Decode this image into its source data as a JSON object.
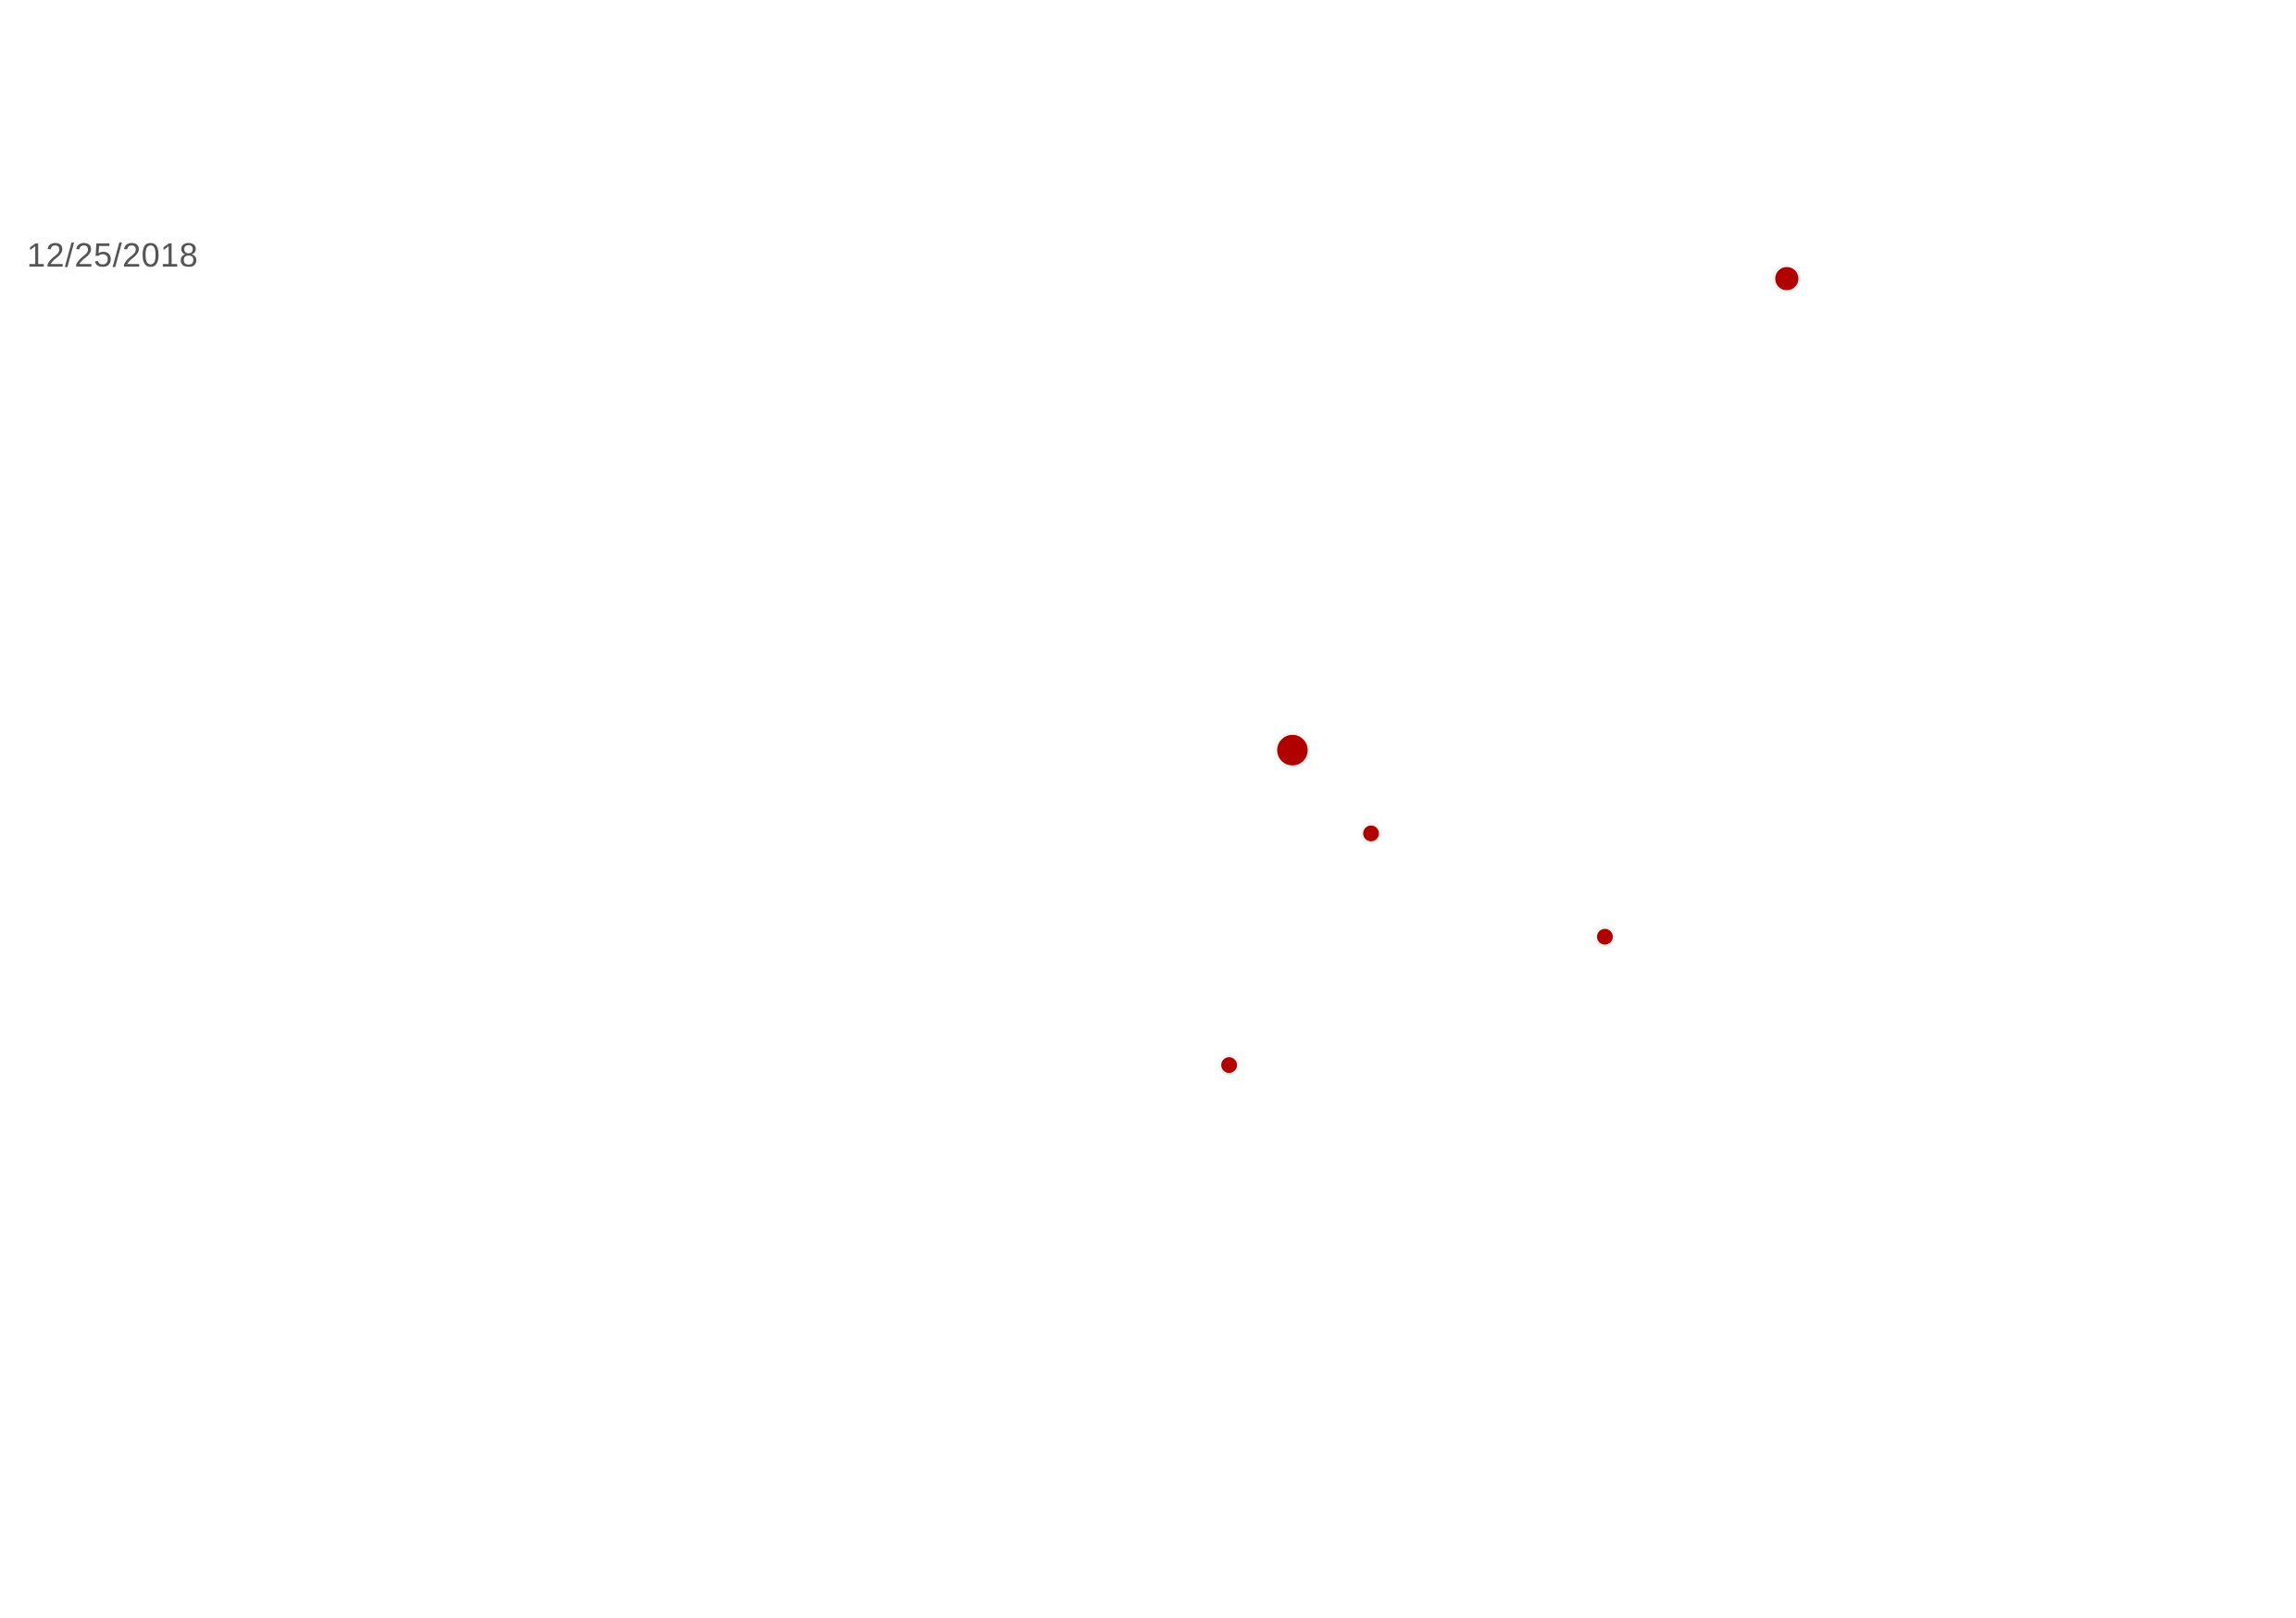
{
  "date_label": "12/25/2018",
  "chart_data": {
    "type": "scatter",
    "points": [
      {
        "x": 1.0,
        "y": 0.755,
        "size": 2
      },
      {
        "x": 0.0,
        "y": 0.472,
        "size": 3
      },
      {
        "x": 0.159,
        "y": 0.422,
        "size": 1
      },
      {
        "x": 0.632,
        "y": 0.36,
        "size": 1
      },
      {
        "x": -0.128,
        "y": 0.283,
        "size": 1
      }
    ],
    "marker_color": "#b00000",
    "marker_stroke": "#f4f4f4",
    "title": "",
    "xlabel": "",
    "ylabel": "",
    "xlim": [
      -2.6,
      2.0
    ],
    "ylim": [
      0.0,
      1.0
    ],
    "grid": false,
    "legend": "none"
  }
}
